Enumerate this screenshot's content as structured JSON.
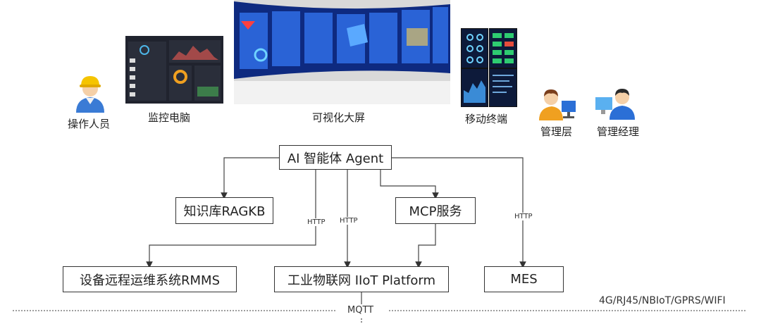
{
  "actors": {
    "operator": "操作人员",
    "monitor_pc": "监控电脑",
    "big_screen": "可视化大屏",
    "mobile": "移动终端",
    "management": "管理层",
    "manager": "管理经理"
  },
  "nodes": {
    "agent": "AI 智能体 Agent",
    "rag": "知识库RAGKB",
    "mcp": "MCP服务",
    "rmms": "设备远程运维系统RMMS",
    "iiot": "工业物联网 IIoT Platform",
    "mes": "MES"
  },
  "edges": {
    "http_rmms": "HTTP",
    "http_iiot": "HTTP",
    "http_mes": "HTTP"
  },
  "bottom": {
    "mqtt": "MQTT",
    "network": "4G/RJ45/NBIoT/GPRS/WIFI"
  },
  "colors": {
    "screen_blue": "#1d4aa8",
    "helmet_yellow": "#f5c400",
    "shirt_blue": "#2b6fd6",
    "manager_orange": "#f0a020"
  }
}
